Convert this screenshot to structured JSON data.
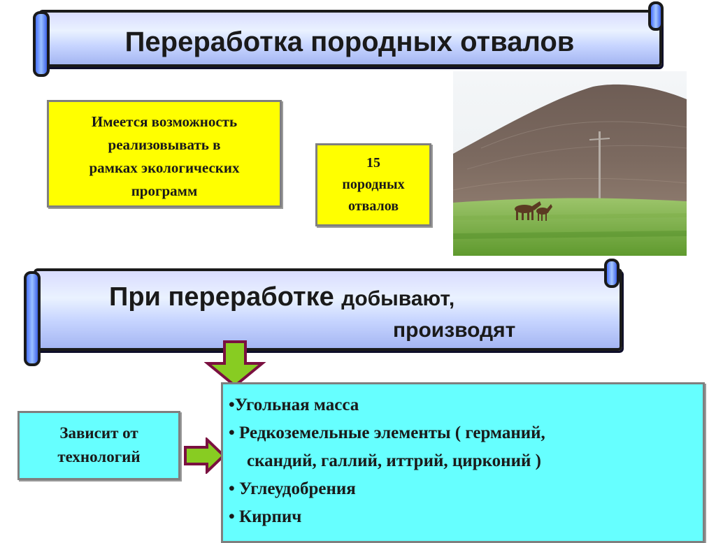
{
  "title": "Переработка породных отвалов",
  "box_possibility": {
    "lines": [
      "Имеется возможность",
      "реализовывать  в",
      "рамках  экологических",
      "программ"
    ]
  },
  "box_count": {
    "lines": [
      "15",
      "породных",
      "отвалов"
    ]
  },
  "processing_banner": {
    "line1_part1": "При  переработке ",
    "line1_part2": "добывают,",
    "line2": "производят"
  },
  "depends_box": {
    "lines": [
      "Зависит от",
      "технологий"
    ]
  },
  "products": {
    "items": [
      "•Угольная масса",
      "• Редкоземельные элементы ( германий,",
      "скандий, галлий, иттрий, цирконий )",
      "•  Углеудобрения",
      "•  Кирпич"
    ]
  },
  "colors": {
    "yellow": "#ffff00",
    "cyan": "#66ffff",
    "arrow_green": "#88cc22",
    "arrow_border": "#7a1040"
  }
}
